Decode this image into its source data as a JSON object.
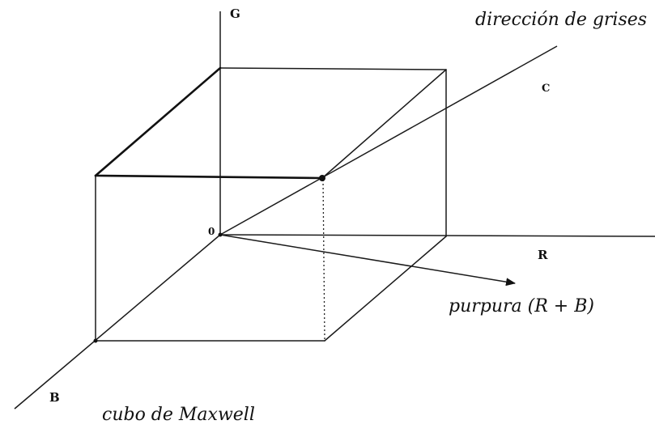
{
  "labels": {
    "axis_g": "G",
    "axis_r": "R",
    "axis_b": "B",
    "origin": "0",
    "corner_c": "C",
    "gray_direction": "dirección de grises",
    "purple": "purpura (R + B)",
    "cube_caption": "cubo de Maxwell"
  }
}
